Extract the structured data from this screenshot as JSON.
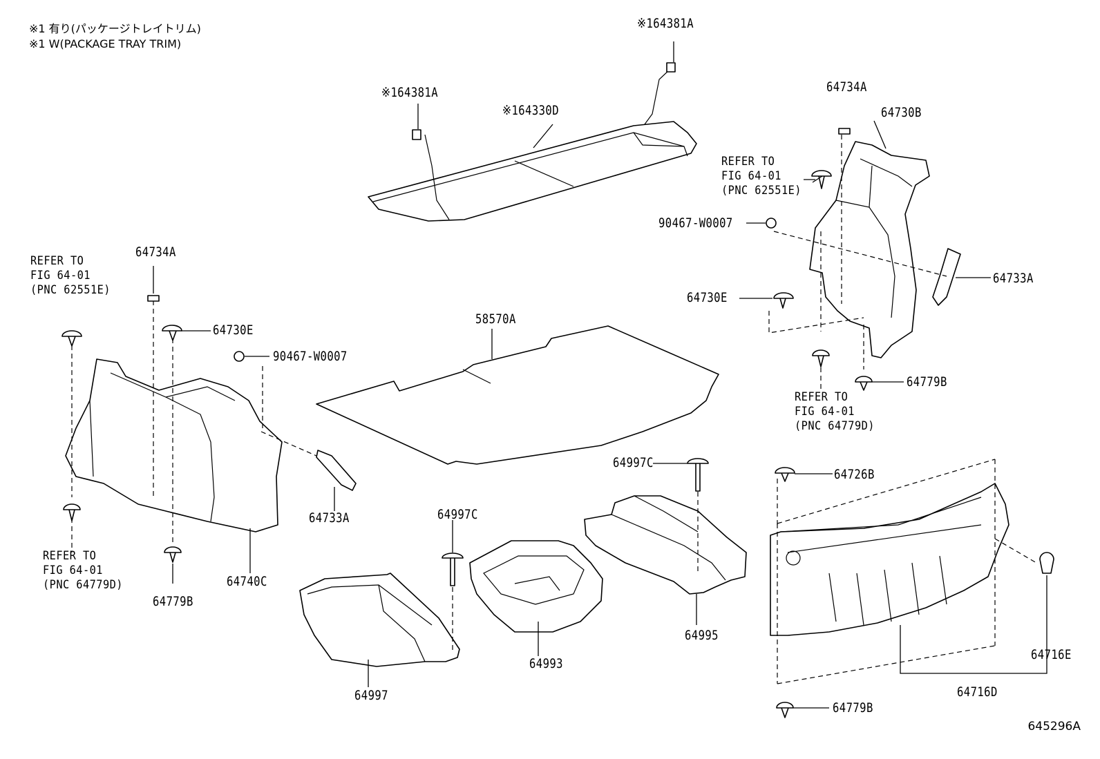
{
  "notes": {
    "line1": "※1 有り(パッケージトレイトリム)",
    "line2": "※1 W(PACKAGE TRAY TRIM)"
  },
  "labels": {
    "p64381A_top": "※164381A",
    "p64381A_left": "※164381A",
    "p64330D": "※164330D",
    "p64734A_right": "64734A",
    "p64730B": "64730B",
    "p90467_right": "90467-W0007",
    "p64733A_right": "64733A",
    "p64730E_right": "64730E",
    "p64779B_right": "64779B",
    "p64734A_left": "64734A",
    "p64730E_left": "64730E",
    "p90467_left": "90467-W0007",
    "p58570A": "58570A",
    "p64733A_left": "64733A",
    "p64740C": "64740C",
    "p64779B_left": "64779B",
    "p64997C_right": "64997C",
    "p64997C_left": "64997C",
    "p64993": "64993",
    "p64997": "64997",
    "p64995": "64995",
    "p64726B": "64726B",
    "p64716E": "64716E",
    "p64716D": "64716D",
    "p64779B_bottom": "64779B"
  },
  "refs": {
    "right_top": "REFER TO\nFIG 64-01\n(PNC 62551E)",
    "right_bottom": "REFER TO\nFIG 64-01\n(PNC 64779D)",
    "left_top": "REFER TO\nFIG 64-01\n(PNC 62551E)",
    "left_bottom": "REFER TO\nFIG 64-01\n(PNC 64779D)"
  },
  "figure_id": "645296A"
}
